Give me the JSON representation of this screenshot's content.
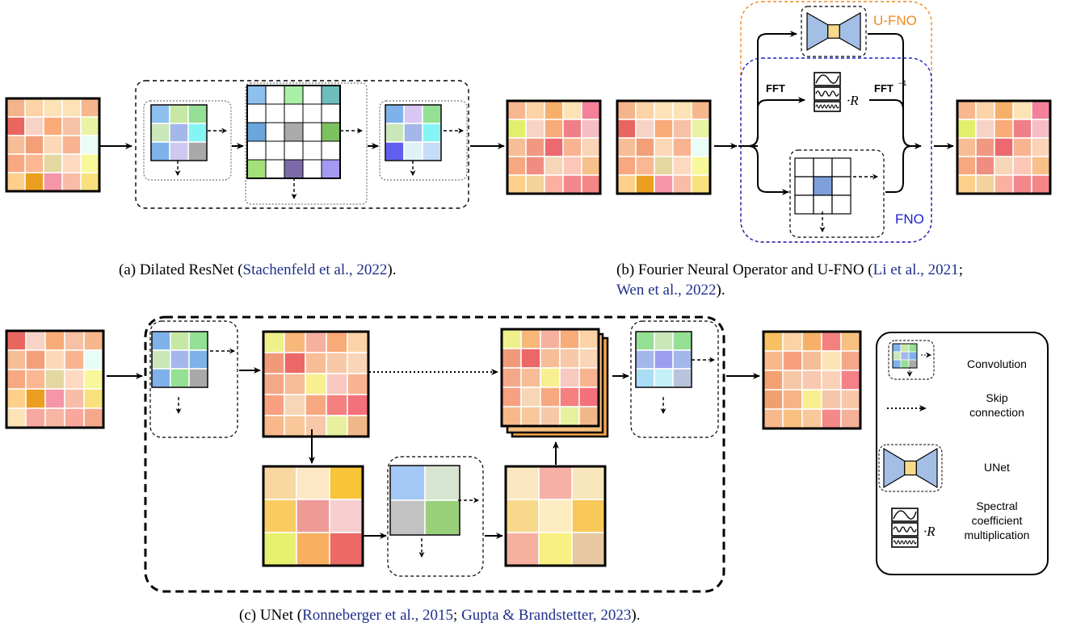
{
  "captions": {
    "a": {
      "prefix": "(a) Dilated ResNet (",
      "cite": "Stachenfeld et al., 2022",
      "suffix": ")."
    },
    "b": {
      "prefix": "(b) Fourier Neural Operator and U-FNO (",
      "cite1": "Li et al., 2021",
      "sep": ";",
      "cite2": "Wen et al., 2022",
      "suffix": ")."
    },
    "c": {
      "prefix": "(c) UNet (",
      "cite1": "Ronneberger et al., 2015",
      "sep": "; ",
      "cite2": "Gupta & Brandstetter, 2023",
      "suffix": ")."
    }
  },
  "fno_panel": {
    "fft": "FFT",
    "ifft": "FFT",
    "ifft_exp": "−1",
    "times_r": "·R",
    "ufno_label": "U-FNO",
    "fno_label": "FNO"
  },
  "legend": {
    "items": [
      {
        "label": "Convolution"
      },
      {
        "label": "Skip\nconnection"
      },
      {
        "label": "UNet"
      },
      {
        "label": "Spectral\ncoefficient\nmultiplication"
      }
    ],
    "times_r": "·R"
  },
  "colors": {
    "ufno_border": "#f08a24",
    "fno_border": "#2222cc",
    "cite": "#1f2f8a",
    "unet_blue": "#a4bfe6",
    "unet_center": "#f7d98b",
    "kernel_center": "#7f9fdb"
  },
  "grids": {
    "a_input": [
      [
        "#f4b48a",
        "#fbd3a6",
        "#fde2b8",
        "#fbe3b5",
        "#f7b78c"
      ],
      [
        "#e8665f",
        "#f7d3c5",
        "#f9ab78",
        "#f6c1a5",
        "#eaf2a4"
      ],
      [
        "#f6bd96",
        "#f39f78",
        "#fdd8b6",
        "#f8b490",
        "#e8fcf8"
      ],
      [
        "#f7a881",
        "#fbb791",
        "#e4d7a1",
        "#fdd9c0",
        "#f8f79a"
      ],
      [
        "#fdcf8a",
        "#eb9f20",
        "#f596a8",
        "#f8bca7",
        "#f8e17d"
      ]
    ],
    "a_output": [
      [
        "#f8b78e",
        "#fbd3a6",
        "#f6b06a",
        "#fbe3b5",
        "#f4809a"
      ],
      [
        "#e2ef6c",
        "#f7d3c5",
        "#f9ab78",
        "#f08088",
        "#f6bdc4"
      ],
      [
        "#f6bd96",
        "#f09980",
        "#ee6870",
        "#f8b490",
        "#fcd3b6"
      ],
      [
        "#f7a881",
        "#ef8d80",
        "#f6d6b6",
        "#fcc6b8",
        "#f8c08a"
      ],
      [
        "#fdcf8a",
        "#f3d29b",
        "#fcb0a2",
        "#f4878c",
        "#f48688"
      ]
    ],
    "b_input": [
      [
        "#f4b48a",
        "#fbd3a6",
        "#fde2b8",
        "#fbe3b5",
        "#f7b78c"
      ],
      [
        "#e8665f",
        "#f7d3c5",
        "#f9ab78",
        "#f6c1a5",
        "#eaf2a4"
      ],
      [
        "#f6bd96",
        "#f39f78",
        "#fdd8b6",
        "#f8b490",
        "#e8fcf8"
      ],
      [
        "#f7a881",
        "#fbb791",
        "#e4d7a1",
        "#fdd9c0",
        "#f8f79a"
      ],
      [
        "#fdcf8a",
        "#eb9f20",
        "#f596a8",
        "#f8bca7",
        "#f8e17d"
      ]
    ],
    "b_output": [
      [
        "#f8b78e",
        "#fbd3a6",
        "#f6b06a",
        "#fbe3b5",
        "#f4809a"
      ],
      [
        "#e2ef6c",
        "#f7d3c5",
        "#f9ab78",
        "#f08088",
        "#f6bdc4"
      ],
      [
        "#f6bd96",
        "#f09980",
        "#ee6870",
        "#f8b490",
        "#fcd3b6"
      ],
      [
        "#f7a881",
        "#ef8d80",
        "#f6d6b6",
        "#fcc6b8",
        "#f8c08a"
      ],
      [
        "#fdcf8a",
        "#f3d29b",
        "#fcb0a2",
        "#f4878c",
        "#f48688"
      ]
    ],
    "c_input": [
      [
        "#e8665f",
        "#f7d3c5",
        "#f9ab78",
        "#f6c1a5",
        "#f7b78c"
      ],
      [
        "#f6bd96",
        "#f39f78",
        "#fdd8b6",
        "#f8b490",
        "#e8fcf8"
      ],
      [
        "#f7a881",
        "#fbb791",
        "#e4d7a1",
        "#fdd9c0",
        "#f8f79a"
      ],
      [
        "#fdcf8a",
        "#eb9f20",
        "#f596a8",
        "#f8bca7",
        "#f8e17d"
      ],
      [
        "#fbe3b5",
        "#f7a8a0",
        "#f6b6a4",
        "#f8a79a",
        "#f4a88a"
      ]
    ],
    "c_level1": [
      [
        "#eef08a",
        "#f8b87a",
        "#f6b0a0",
        "#f9ab78",
        "#fbd3a6"
      ],
      [
        "#f09a7a",
        "#ec6868",
        "#f6bd96",
        "#f8c9a8",
        "#f9d6b8"
      ],
      [
        "#f4a888",
        "#f6bd96",
        "#f8f090",
        "#f7c9c0",
        "#f8b490"
      ],
      [
        "#f8a080",
        "#f6d6b6",
        "#f8a880",
        "#f58080",
        "#f4707a"
      ],
      [
        "#f8b88a",
        "#f9c89a",
        "#f6c8a8",
        "#e8f0a0",
        "#f0b888"
      ]
    ],
    "c_bottom1": [
      [
        "#f8d8a0",
        "#fde7c5",
        "#f8c438"
      ],
      [
        "#f8cc60",
        "#f09a98",
        "#f6cece"
      ],
      [
        "#e8f070",
        "#f8b060",
        "#ec6a66"
      ]
    ],
    "c_bottom3": [
      [
        "#fbe7c0",
        "#f6b0a8",
        "#f8e7bb"
      ],
      [
        "#f8d88a",
        "#fdecc0",
        "#f8c858"
      ],
      [
        "#f6b0a0",
        "#f8f080",
        "#e8c8a0"
      ]
    ],
    "c_skip_front": [
      [
        "#eef08a",
        "#f8b87a",
        "#f6b0a0",
        "#f9ab78",
        "#fbd3a6"
      ],
      [
        "#f09a7a",
        "#ec6868",
        "#f6bd96",
        "#f8c9a8",
        "#f9d6b8"
      ],
      [
        "#f4a888",
        "#f6bd96",
        "#f8f090",
        "#f7c9c0",
        "#f8b490"
      ],
      [
        "#f8a080",
        "#f6d6b6",
        "#f8a880",
        "#f58080",
        "#f4707a"
      ],
      [
        "#f8b88a",
        "#f9c89a",
        "#f6c8a8",
        "#e8f0a0",
        "#f0b888"
      ]
    ],
    "c_output": [
      [
        "#f8c060",
        "#fbd3a6",
        "#f6b06a",
        "#f58080",
        "#f8c080"
      ],
      [
        "#f8b88a",
        "#f8a080",
        "#f6bd96",
        "#fbe3b5",
        "#f4a888"
      ],
      [
        "#f4a070",
        "#f6c8a8",
        "#f8c9b0",
        "#f9d2b8",
        "#f48088"
      ],
      [
        "#f0a070",
        "#f6b486",
        "#f8f090",
        "#f6c6a8",
        "#f8c8a8"
      ],
      [
        "#f8b88a",
        "#f8c080",
        "#f9c89a",
        "#f58888",
        "#f4b098"
      ]
    ],
    "kernel_a1": [
      [
        "#8ec0ef",
        "#c6e8a4",
        "#94e094"
      ],
      [
        "#c9e7b9",
        "#a3b7ea",
        "#85f4f4"
      ],
      [
        "#7fb2ea",
        "#cfc9f1",
        "#a9a9a9"
      ]
    ],
    "kernel_a3": [
      [
        "#7fb2ea",
        "#d9c7f3",
        "#94e094"
      ],
      [
        "#c9e7b9",
        "#a3b7ea",
        "#85f4f4"
      ],
      [
        "#6060f0",
        "#dff2f8",
        "#c6dcf8"
      ]
    ],
    "kernel_c1": [
      [
        "#7fb2ea",
        "#c6e8a4",
        "#94e094"
      ],
      [
        "#c9e7b9",
        "#a3b7ea",
        "#7fb2ea"
      ],
      [
        "#7fb2ea",
        "#94e094",
        "#a9a9a9"
      ]
    ],
    "kernel_c2": [
      [
        "#94e094",
        "#c9e7b9",
        "#94e094"
      ],
      [
        "#a3b7ea",
        "#9d9df0",
        "#a3b7ea"
      ],
      [
        "#a8ddf5",
        "#c6f0f8",
        "#b8c4dc"
      ]
    ],
    "kernel_c_bottom": [
      [
        "#a4c8f5",
        "#d6e4d0"
      ],
      [
        "#c2c2c2",
        "#98d07a"
      ]
    ]
  },
  "dilated": {
    "cells": [
      [
        0,
        0,
        "#8ec0ef"
      ],
      [
        0,
        2,
        "#a8f0a8"
      ],
      [
        0,
        4,
        "#6ebcbc"
      ],
      [
        2,
        0,
        "#6aa6dc"
      ],
      [
        2,
        2,
        "#aaaaaa"
      ],
      [
        2,
        4,
        "#7cc060"
      ],
      [
        4,
        0,
        "#a3e07a"
      ],
      [
        4,
        2,
        "#7c6aa8"
      ],
      [
        4,
        4,
        "#a29af0"
      ]
    ]
  }
}
